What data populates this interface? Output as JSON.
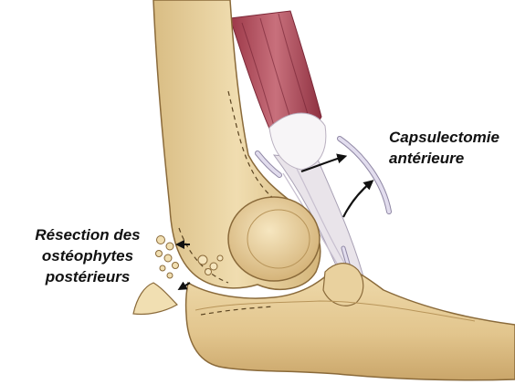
{
  "labels": {
    "capsulectomy": [
      "Capsulectomie",
      "antérieure"
    ],
    "resection": [
      "Résection des",
      "ostéophytes",
      "postérieurs"
    ]
  },
  "colors": {
    "bone": "#ecd6a6",
    "bone_shadow": "#c9a86e",
    "bone_outline": "#8a6a3a",
    "muscle": "#b7505f",
    "muscle_dark": "#8c2e3e",
    "tendon": "#f2eef0",
    "capsule": "#d9d4e6",
    "arrow": "#111111"
  }
}
